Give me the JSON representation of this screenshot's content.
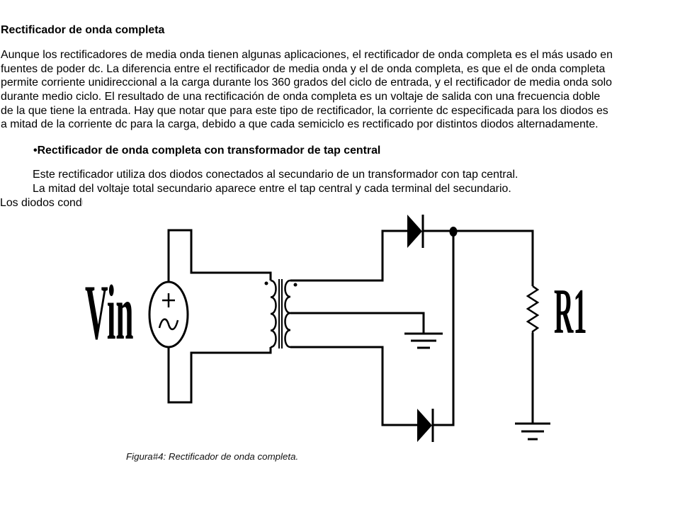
{
  "document": {
    "title": "Rectificador de onda completa",
    "intro_lines": [
      "Aunque los rectificadores de media onda tienen algunas aplicaciones, el rectificador de onda completa es el más usado en",
      "fuentes de poder dc. La diferencia entre el rectificador de media onda y el de onda completa, es que el de onda completa",
      "permite corriente unidireccional a la carga durante los 360 grados del ciclo de entrada, y el rectificador de media onda solo",
      "durante medio ciclo. El resultado de una rectificación de onda completa es un voltaje de salida con una frecuencia doble",
      "de la que tiene la entrada. Hay que notar que para este tipo de rectificador, la corriente dc especificada para los diodos es",
      "a mitad de la corriente dc para la carga, debido a que cada semiciclo es rectificado por distintos diodos alternadamente."
    ],
    "section": {
      "bullet": "•",
      "heading": "Rectificador de onda completa con transformador de tap central",
      "lines": [
        "Este rectificador utiliza dos diodos conectados al secundario de un transformador con tap central.",
        "La mitad del voltaje total secundario aparece entre el tap central y cada terminal del secundario."
      ],
      "truncated_line": "Los diodos condu"
    },
    "figure": {
      "source_label": "Vin",
      "load_label": "R1",
      "caption": "Figura#4: Rectificador de onda completa."
    }
  },
  "icons": {
    "source": "ac-source-icon",
    "transformer": "transformer-icon",
    "diode": "diode-icon",
    "resistor": "resistor-icon",
    "ground": "ground-icon",
    "bullet": "bullet-icon"
  },
  "colors": {
    "text": "#000000",
    "background": "#ffffff",
    "circuit": "#000000"
  }
}
